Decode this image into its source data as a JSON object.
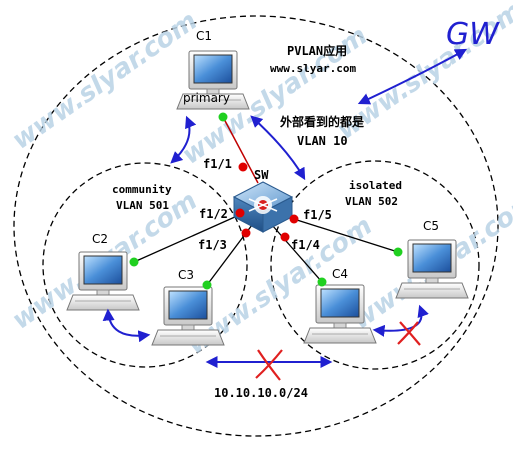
{
  "title": "PVLAN应用",
  "site": "www.slyar.com",
  "watermark": "www.slyar.com",
  "gateway_label": "GW",
  "outside_note_line1": "外部看到的都是",
  "outside_note_line2": "VLAN 10",
  "subnet": "10.10.10.0/24",
  "switch_label": "SW",
  "groups": {
    "community": {
      "line1": "community",
      "line2": "VLAN 501"
    },
    "isolated": {
      "line1": "isolated",
      "line2": "VLAN 502"
    }
  },
  "hosts": {
    "c1": {
      "name": "C1",
      "role": "primary"
    },
    "c2": {
      "name": "C2"
    },
    "c3": {
      "name": "C3"
    },
    "c4": {
      "name": "C4"
    },
    "c5": {
      "name": "C5"
    }
  },
  "ports": {
    "p1": "f1/1",
    "p2": "f1/2",
    "p3": "f1/3",
    "p4": "f1/4",
    "p5": "f1/5"
  },
  "colors": {
    "arrow_blue": "#2020d0",
    "block_red": "#e02020",
    "port_switch_side": "#e00000",
    "port_host_side": "#20d020",
    "uplink_red": "#c00000"
  },
  "icons": {
    "computer": "computer-icon",
    "switch": "multilayer-switch-icon"
  }
}
